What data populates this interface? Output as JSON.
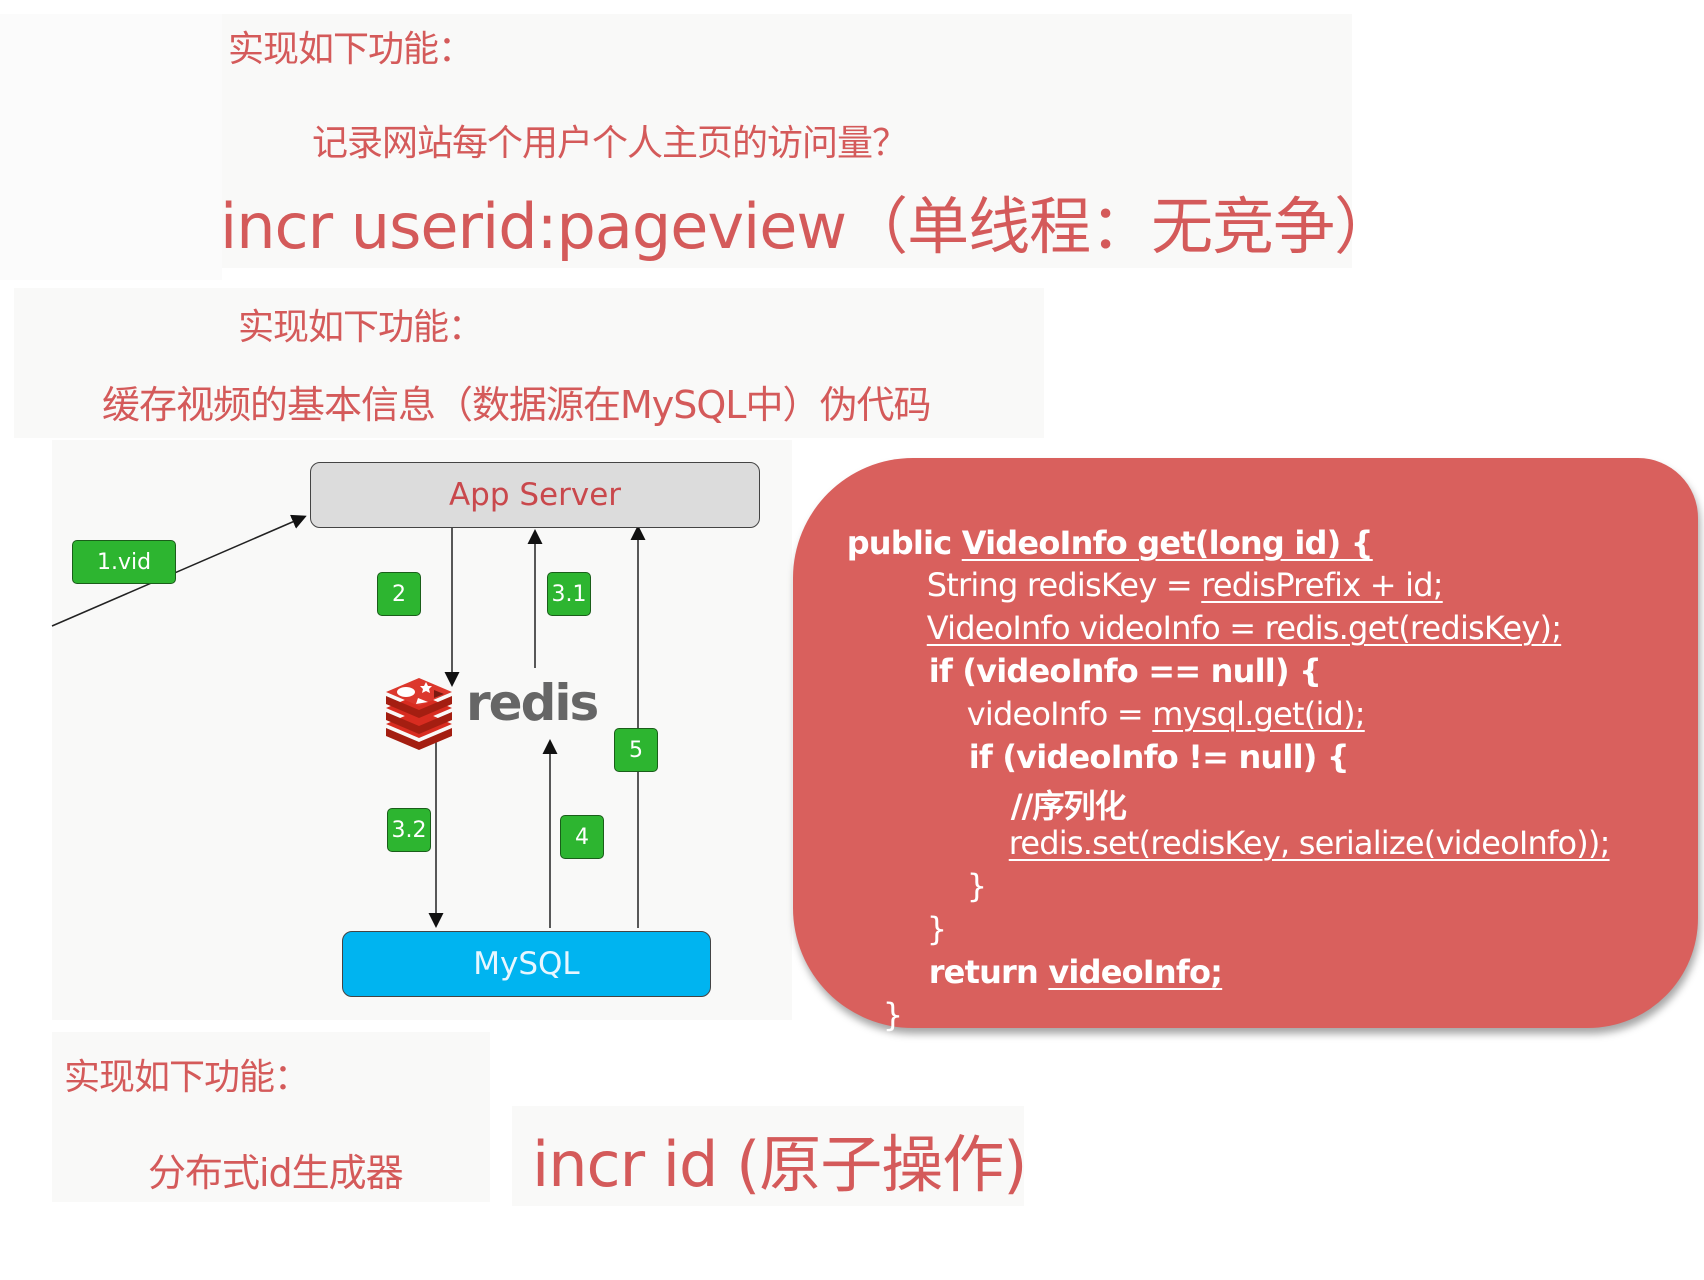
{
  "section1": {
    "heading": "实现如下功能：",
    "question": "记录网站每个用户个人主页的访问量？",
    "command": "incr userid:pageview（单线程：无竞争）"
  },
  "section2": {
    "heading": "实现如下功能：",
    "subtitle": "缓存视频的基本信息（数据源在MySQL中）伪代码",
    "diagram": {
      "app_server": "App Server",
      "redis": "redis",
      "mysql": "MySQL",
      "steps": [
        "1.vid",
        "2",
        "3.1",
        "3.2",
        "4",
        "5"
      ]
    },
    "code": {
      "lines": [
        {
          "plain": "public ",
          "under": "VideoInfo get(long id) {"
        },
        {
          "plain": "String redisKey = ",
          "under": "redisPrefix + id;"
        },
        {
          "plain": "",
          "under": "VideoInfo videoInfo = redis.get(redisKey);"
        },
        {
          "plain": "if (videoInfo == null) {",
          "under": ""
        },
        {
          "plain": "videoInfo = ",
          "under": "mysql.get(id);"
        },
        {
          "plain": "if (videoInfo != null) {",
          "under": ""
        },
        {
          "plain": "//序列化",
          "under": ""
        },
        {
          "plain": "",
          "under": "redis.set(redisKey, serialize(videoInfo));"
        },
        {
          "plain": "}",
          "under": ""
        },
        {
          "plain": "}",
          "under": ""
        },
        {
          "plain": "return ",
          "under": "videoInfo;"
        },
        {
          "plain": "}",
          "under": ""
        }
      ]
    }
  },
  "section3": {
    "heading": "实现如下功能：",
    "label": "分布式id生成器",
    "command": "incr id (原子操作)"
  },
  "colors": {
    "accent_red": "#d45a5a",
    "code_bg": "#d9605d",
    "step_green": "#2db530",
    "mysql_blue": "#00b4f0",
    "server_gray": "#dcdcdc"
  }
}
